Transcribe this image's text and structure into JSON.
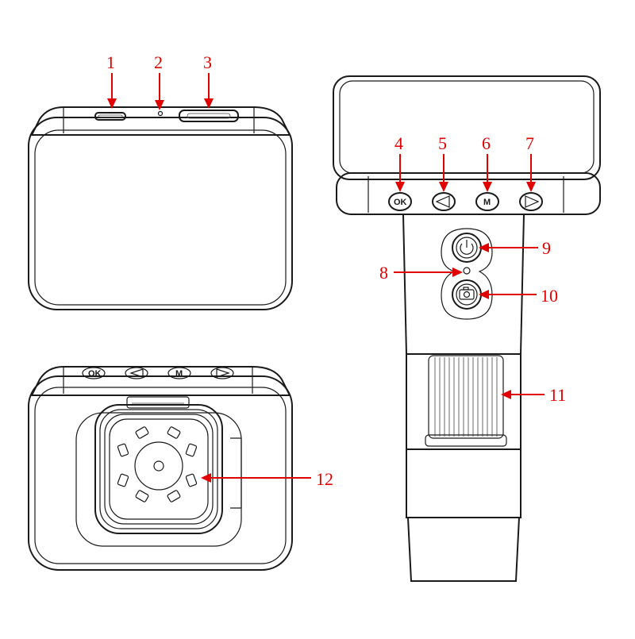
{
  "diagram": {
    "accent_color": "#e00000",
    "line_color": "#1a1a1a",
    "callouts": [
      {
        "id": "1",
        "label": "1"
      },
      {
        "id": "2",
        "label": "2"
      },
      {
        "id": "3",
        "label": "3"
      },
      {
        "id": "4",
        "label": "4"
      },
      {
        "id": "5",
        "label": "5"
      },
      {
        "id": "6",
        "label": "6"
      },
      {
        "id": "7",
        "label": "7"
      },
      {
        "id": "8",
        "label": "8"
      },
      {
        "id": "9",
        "label": "9"
      },
      {
        "id": "10",
        "label": "10"
      },
      {
        "id": "11",
        "label": "11"
      },
      {
        "id": "12",
        "label": "12"
      }
    ],
    "buttons": {
      "ok_label": "OK",
      "left_icon": "triangle-left-icon",
      "menu_label": "M",
      "right_icon": "triangle-right-icon",
      "power_icon": "power-icon",
      "camera_icon": "camera-icon"
    }
  }
}
